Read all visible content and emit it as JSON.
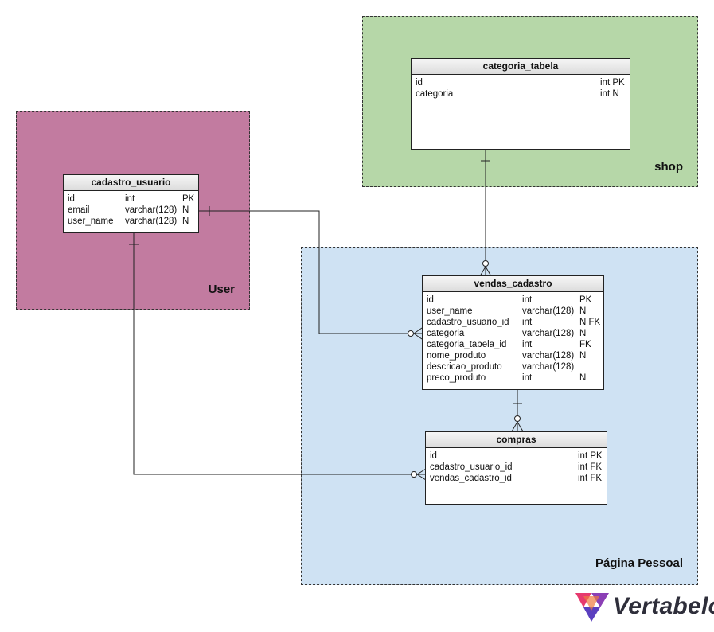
{
  "areas": {
    "user": {
      "label": "User",
      "color": "#c27ba0"
    },
    "shop": {
      "label": "shop",
      "color": "#b6d7a8"
    },
    "pagina": {
      "label": "Página Pessoal",
      "color": "#cfe2f3"
    }
  },
  "tables": {
    "cadastro_usuario": {
      "name": "cadastro_usuario",
      "rows": [
        {
          "col": "id",
          "type": "int",
          "flags": "PK"
        },
        {
          "col": "email",
          "type": "varchar(128)",
          "flags": "N"
        },
        {
          "col": "user_name",
          "type": "varchar(128)",
          "flags": "N"
        }
      ]
    },
    "categoria_tabela": {
      "name": "categoria_tabela",
      "rows": [
        {
          "col": "id",
          "type": "int PK",
          "flags": ""
        },
        {
          "col": "categoria",
          "type": "int N",
          "flags": ""
        }
      ]
    },
    "vendas_cadastro": {
      "name": "vendas_cadastro",
      "rows": [
        {
          "col": "id",
          "type": "int",
          "flags": "PK"
        },
        {
          "col": "user_name",
          "type": "varchar(128)",
          "flags": "N"
        },
        {
          "col": "cadastro_usuario_id",
          "type": "int",
          "flags": "N FK"
        },
        {
          "col": "categoria",
          "type": "varchar(128)",
          "flags": "N"
        },
        {
          "col": "categoria_tabela_id",
          "type": "int",
          "flags": "FK"
        },
        {
          "col": "nome_produto",
          "type": "varchar(128)",
          "flags": "N"
        },
        {
          "col": "descricao_produto",
          "type": "varchar(128)",
          "flags": ""
        },
        {
          "col": "preco_produto",
          "type": "int",
          "flags": "N"
        }
      ]
    },
    "compras": {
      "name": "compras",
      "rows": [
        {
          "col": "id",
          "type": "int PK",
          "flags": ""
        },
        {
          "col": "cadastro_usuario_id",
          "type": "int FK",
          "flags": ""
        },
        {
          "col": "vendas_cadastro_id",
          "type": "int FK",
          "flags": ""
        }
      ]
    }
  },
  "brand": {
    "name": "Vertabelo"
  }
}
